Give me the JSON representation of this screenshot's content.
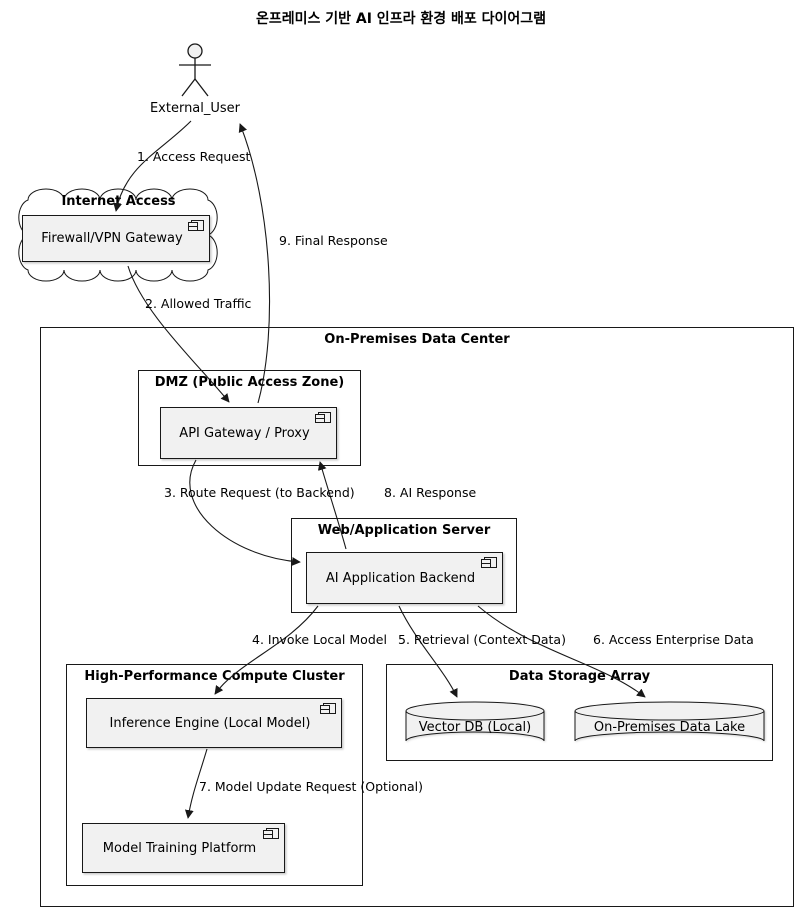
{
  "title": "온프레미스 기반 AI 인프라 환경 배포 다이어그램",
  "actor": {
    "label": "External_User"
  },
  "cloud": {
    "title": "Internet Access",
    "component": "Firewall/VPN Gateway"
  },
  "datacenter": {
    "title": "On-Premises Data Center",
    "dmz": {
      "title": "DMZ (Public Access Zone)",
      "component": "API Gateway / Proxy"
    },
    "webserver": {
      "title": "Web/Application Server",
      "component": "AI Application Backend"
    },
    "hpc": {
      "title": "High-Performance Compute Cluster",
      "inference": "Inference Engine (Local Model)",
      "training": "Model Training Platform"
    },
    "storage": {
      "title": "Data Storage Array",
      "vector_db": "Vector DB (Local)",
      "data_lake": "On-Premises Data Lake"
    }
  },
  "edges": {
    "access_request": "1. Access Request",
    "allowed_traffic": "2. Allowed Traffic",
    "route_request": "3. Route Request (to Backend)",
    "invoke_model": "4. Invoke Local Model",
    "retrieval": "5. Retrieval (Context Data)",
    "enterprise_data": "6. Access Enterprise Data",
    "model_update": "7. Model Update Request (Optional)",
    "ai_response": "8. AI Response",
    "final_response": "9. Final Response"
  },
  "colors": {
    "border": "#181818",
    "node_fill": "#F1F1F1",
    "background": "#FFFFFF",
    "text": "#000000"
  }
}
